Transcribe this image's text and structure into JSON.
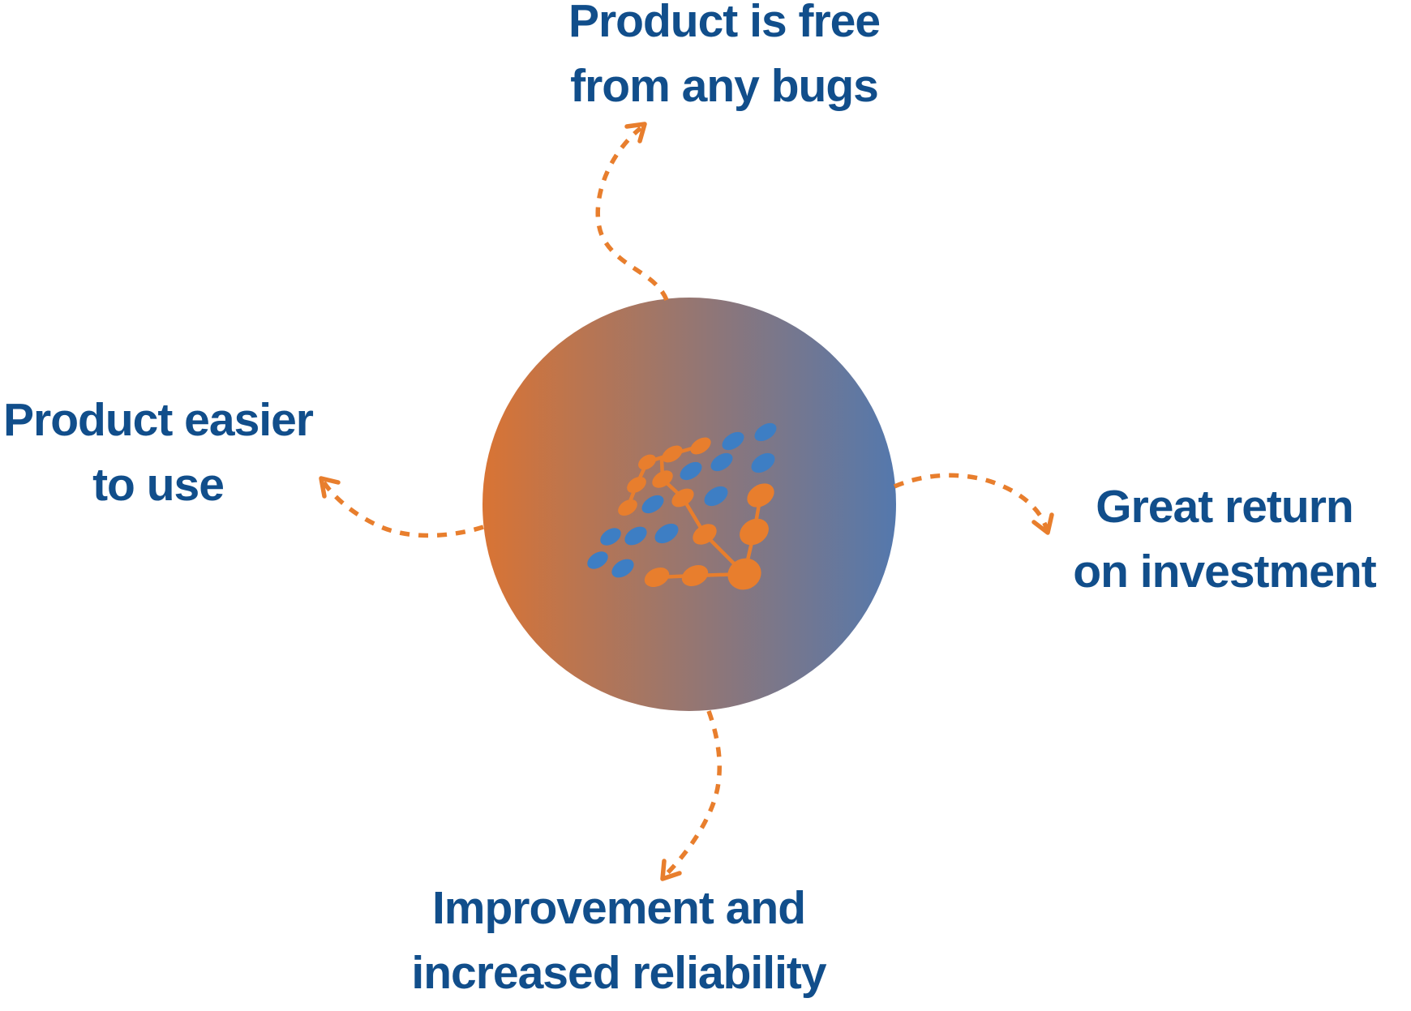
{
  "diagram": {
    "title_hint": "software testing benefits diagram",
    "text_color": "#114e8b",
    "arrow_color": "#e87e2d",
    "center_circle": {
      "gradient_left": "#d97434",
      "gradient_right": "#5478ad"
    },
    "logo": {
      "orange": "#e87e2d",
      "blue": "#3d7ec4"
    },
    "labels": {
      "top": {
        "line1": "Product is free",
        "line2": "from any bugs"
      },
      "left": {
        "line1": "Product easier",
        "line2": "to use"
      },
      "right": {
        "line1": "Great return",
        "line2": "on investment"
      },
      "bottom": {
        "line1": "Improvement and",
        "line2": "increased reliability"
      }
    },
    "connections": [
      {
        "from": "center-circle",
        "to": "top-label"
      },
      {
        "from": "center-circle",
        "to": "right-label"
      },
      {
        "from": "center-circle",
        "to": "bottom-label"
      },
      {
        "from": "center-circle",
        "to": "left-label"
      }
    ]
  }
}
